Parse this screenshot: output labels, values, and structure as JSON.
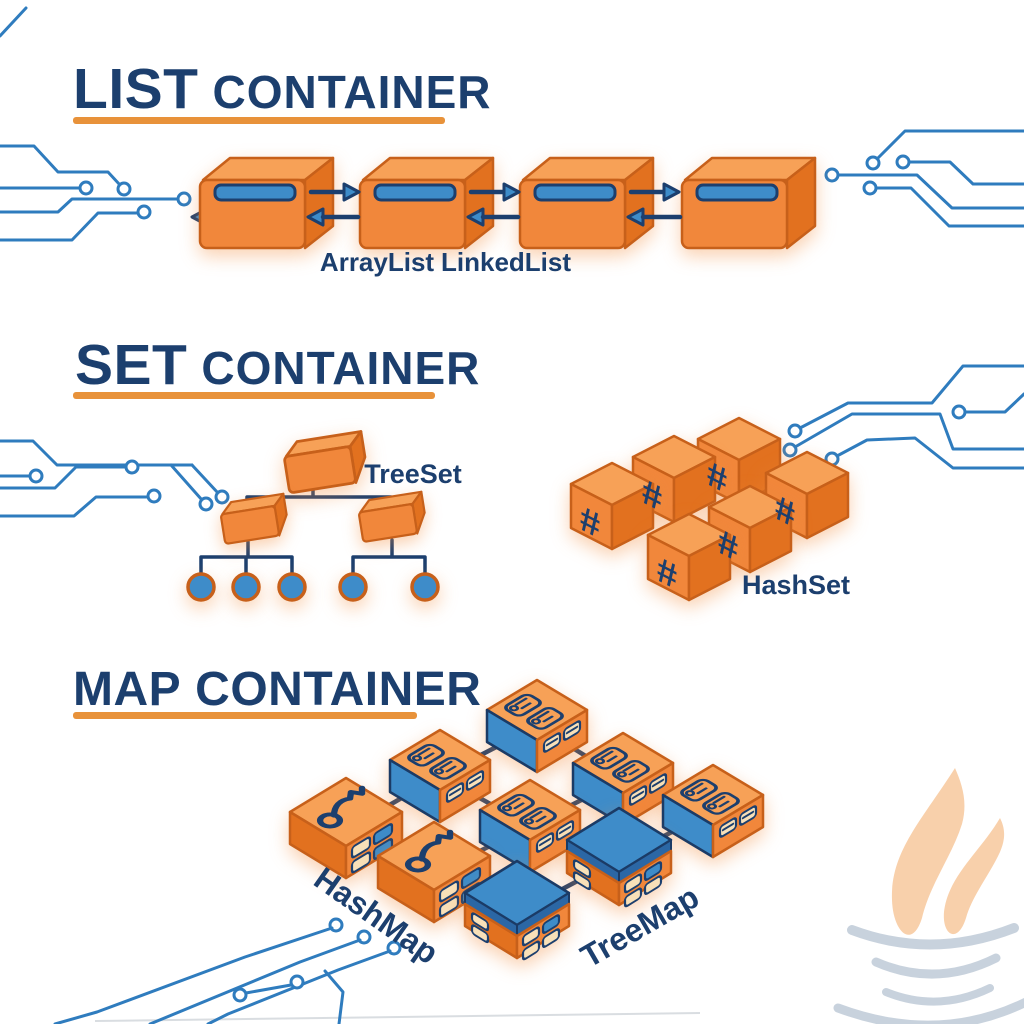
{
  "page": {
    "description": "Java collection framework containers infographic"
  },
  "palette": {
    "background": "#FFFFFF",
    "navy": "#1C3F6E",
    "orange_front": "#F1873B",
    "orange_top": "#F7A157",
    "orange_side": "#E2711F",
    "orange_stroke": "#C7601A",
    "slot_blue": "#3E8CC9",
    "blue_dark": "#2B67A5",
    "card_cream": "#F8E0B8",
    "underline_orange": "#E8923A",
    "circuit_blue": "#2F7CBE",
    "java_steam": "#F8CBA2",
    "java_cup": "#C3CEDA"
  },
  "symbols": {
    "hash": "#"
  },
  "sections": {
    "list": {
      "title_word1": "LIST",
      "title_word2": "CONTAINER",
      "node_labels": {
        "arraylist": "ArrayList",
        "linkedlist": "LinkedList"
      },
      "node_count": 4
    },
    "set": {
      "title_word1": "SET",
      "title_word2": "CONTAINER",
      "node_labels": {
        "treeset": "TreeSet",
        "hashset": "HashSet"
      },
      "tree": {
        "root_children": 2,
        "leaf_count": 5
      },
      "hash_cube_count": 6
    },
    "map": {
      "title_word1": "MAP",
      "title_word2": "CONTAINER",
      "node_labels": {
        "hashmap": "HashMap",
        "treemap": "TreeMap"
      },
      "box_count": 9
    }
  }
}
